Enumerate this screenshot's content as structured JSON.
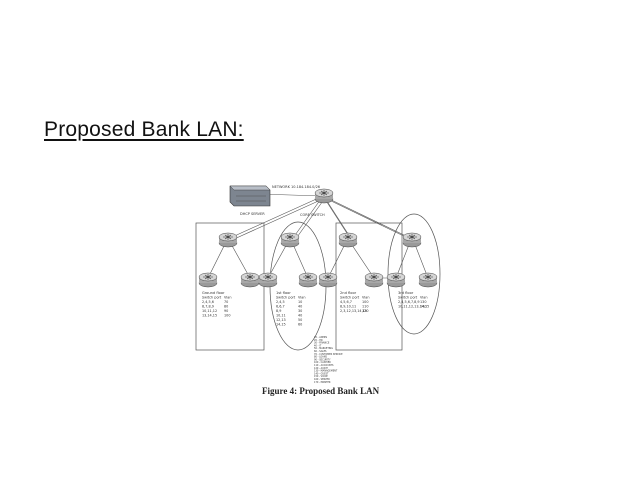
{
  "slide": {
    "title": "Proposed Bank LAN:"
  },
  "figure": {
    "caption": "Figure 4: Proposed Bank LAN",
    "network_label": "NETWORK 10.184.184.0/26",
    "dhcp_label": "DHCP SERVER",
    "core_label": "CORE SWITCH",
    "panels": [
      {
        "title": "Ground floor",
        "header": [
          "Switch port",
          "Vlan"
        ],
        "rows": [
          [
            "2,4,5,6",
            "70"
          ],
          [
            "8,7,8,9",
            "80"
          ],
          [
            "10,11,12",
            "90"
          ],
          [
            "13,14,15",
            "100"
          ]
        ]
      },
      {
        "title": "1st floor",
        "header": [
          "Switch port",
          "Vlan"
        ],
        "rows": [
          [
            "2,4,5",
            "10"
          ],
          [
            "6,6,7",
            "40"
          ],
          [
            "8,9",
            "30"
          ],
          [
            "10,11",
            "40"
          ],
          [
            "12,13",
            "50"
          ],
          [
            "14,15",
            "60"
          ]
        ]
      },
      {
        "title": "2nd floor",
        "header": [
          "Switch port",
          "Vlan"
        ],
        "rows": [
          [
            "4,5,6,7",
            "100"
          ],
          [
            "8,9,10,11",
            "110"
          ],
          [
            "2,3,12,13,14,15",
            "120"
          ]
        ]
      },
      {
        "title": "3rd floor",
        "header": [
          "Switch port",
          "Vlan"
        ],
        "rows": [
          [
            "2,4,5,6,7,8,9",
            "130"
          ],
          [
            "10,11,12,13,14,15",
            "140"
          ]
        ]
      }
    ],
    "legend_items": [
      "10 - ADMIN",
      "20 - HR",
      "30 - FINANCE",
      "40 - IT",
      "50 - MARKETING",
      "60 - SALES",
      "70 - CUSTOMER SERVICE",
      "80 - LOANS",
      "90 - SECURITY",
      "100 - CASHIER",
      "110 - ACCOUNTS",
      "120 - AUDIT",
      "130 - MANAGEMENT",
      "140 - GUEST",
      "150 - VOICE",
      "160 - SERVER",
      "170 - PRINTER"
    ]
  }
}
